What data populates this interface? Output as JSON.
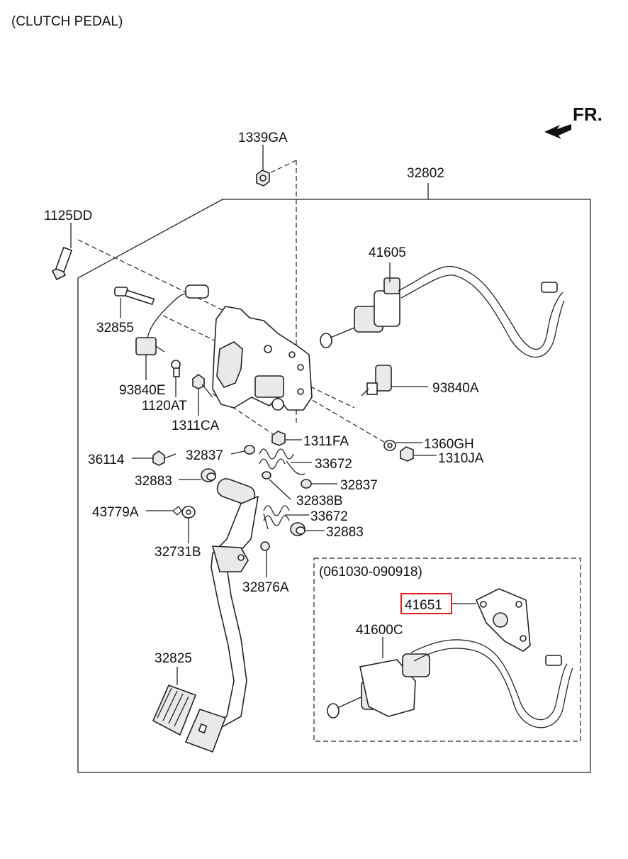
{
  "title": "(CLUTCH PEDAL)",
  "direction_label": "FR.",
  "subassembly_range": "(061030-090918)",
  "callouts": {
    "p1339GA": "1339GA",
    "p32802": "32802",
    "p1125DD": "1125DD",
    "p41605": "41605",
    "p32855": "32855",
    "p93840E": "93840E",
    "p1120AT": "1120AT",
    "p1311CA": "1311CA",
    "p93840A": "93840A",
    "p1311FA": "1311FA",
    "p1360GH": "1360GH",
    "p1310JA": "1310JA",
    "p36114": "36114",
    "p32837a": "32837",
    "p33672a": "33672",
    "p32883a": "32883",
    "p32837b": "32837",
    "p43779A": "43779A",
    "p32838B": "32838B",
    "p33672b": "33672",
    "p32883b": "32883",
    "p32731B": "32731B",
    "p32876A": "32876A",
    "p41651": "41651",
    "p41600C": "41600C",
    "p32825": "32825"
  },
  "highlighted_part": "41651",
  "colors": {
    "highlight": "#e02020",
    "line": "#222222"
  }
}
